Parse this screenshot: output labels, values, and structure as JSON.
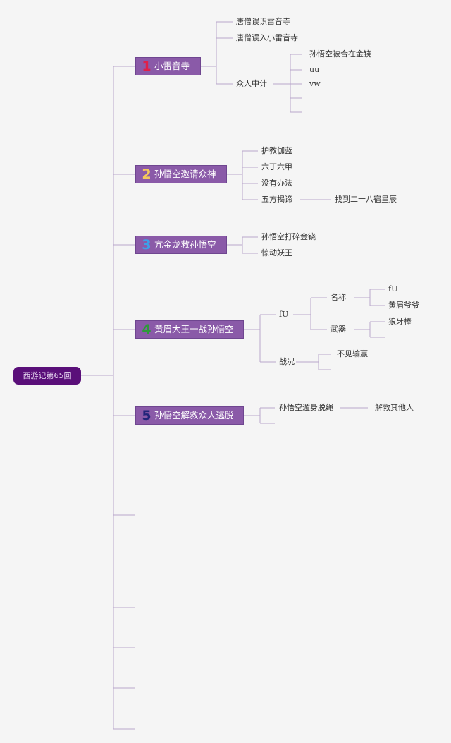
{
  "root": {
    "label": "西游记第65回"
  },
  "colors": {
    "num1": "#e0204a",
    "num2": "#f4c85c",
    "num3": "#3da0e8",
    "num4": "#2e9a3a",
    "num5": "#22257a",
    "topic_bg": "#8a5aa8",
    "root_bg": "#5a0f79",
    "line": "#b9a6cc"
  },
  "topics": [
    {
      "num": "1",
      "label": "小雷音寺"
    },
    {
      "num": "2",
      "label": "孙悟空邀请众神"
    },
    {
      "num": "3",
      "label": "亢金龙救孙悟空"
    },
    {
      "num": "4",
      "label": "黄眉大王一战孙悟空"
    },
    {
      "num": "5",
      "label": "孙悟空解救众人逃脱"
    }
  ],
  "branch1": {
    "items": [
      "唐僧误识雷音寺",
      "唐僧误入小雷音寺",
      "众人中计"
    ],
    "sub": [
      "孙悟空被合在金铙",
      "uu",
      "vw"
    ]
  },
  "branch2": {
    "items": [
      "护教伽蓝",
      "六丁六甲",
      "没有办法",
      "五方揭谛"
    ],
    "sub": [
      "找到二十八宿星辰"
    ]
  },
  "branch3": {
    "items": [
      "孙悟空打碎金铙",
      "惊动妖王"
    ]
  },
  "branch4": {
    "fu": "fU",
    "name_label": "名称",
    "names": [
      "fU",
      "黄眉爷爷"
    ],
    "weapon_label": "武器",
    "weapons": [
      "狼牙棒"
    ],
    "battle_label": "战况",
    "battle": [
      "不见输赢"
    ]
  },
  "branch5": {
    "items": [
      "孙悟空遁身脱绳"
    ],
    "sub": [
      "解救其他人"
    ]
  }
}
